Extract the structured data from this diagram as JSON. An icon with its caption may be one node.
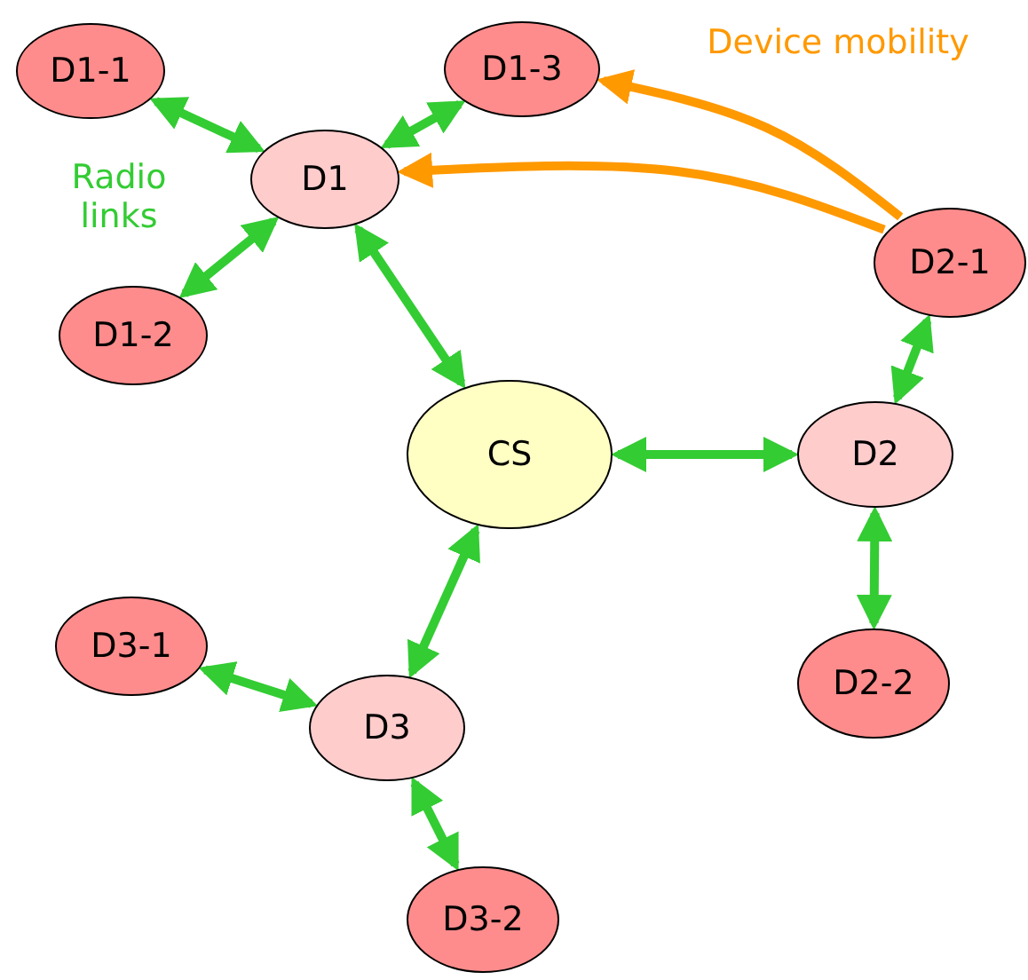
{
  "diagram": {
    "nodes": [
      {
        "text": [
          "D1-1"
        ]
      },
      {
        "text": [
          "D1-3"
        ]
      },
      {
        "text": [
          "D1"
        ]
      },
      {
        "text": [
          "D1-2"
        ]
      },
      {
        "text": [
          "D2-1"
        ]
      },
      {
        "text": [
          "CS"
        ]
      },
      {
        "text": [
          "D2"
        ]
      },
      {
        "text": [
          "D3-1"
        ]
      },
      {
        "text": [
          "D2-2"
        ]
      },
      {
        "text": [
          "D3"
        ]
      },
      {
        "text": [
          "D3-2"
        ]
      }
    ],
    "edges": [
      {
        "from": 0,
        "to": 2,
        "arrow": "both"
      },
      {
        "from": 1,
        "to": 2,
        "arrow": "both"
      },
      {
        "from": 3,
        "to": 2,
        "arrow": "both"
      },
      {
        "from": 2,
        "to": 5,
        "arrow": "both"
      },
      {
        "from": 4,
        "to": 1,
        "arrow": "to",
        "color": "#ff9900"
      },
      {
        "from": 4,
        "to": 2,
        "arrow": "to",
        "color": "#ff9900"
      },
      {
        "from": 4,
        "to": 6,
        "arrow": "both"
      },
      {
        "from": 5,
        "to": 6,
        "arrow": "both"
      },
      {
        "from": 6,
        "to": 8,
        "arrow": "both"
      },
      {
        "from": 5,
        "to": 9,
        "arrow": "both"
      },
      {
        "from": 7,
        "to": 9,
        "arrow": "both"
      },
      {
        "from": 9,
        "to": 10,
        "arrow": "both"
      }
    ],
    "labels": [
      "Radio links",
      "Device mobility"
    ]
  }
}
